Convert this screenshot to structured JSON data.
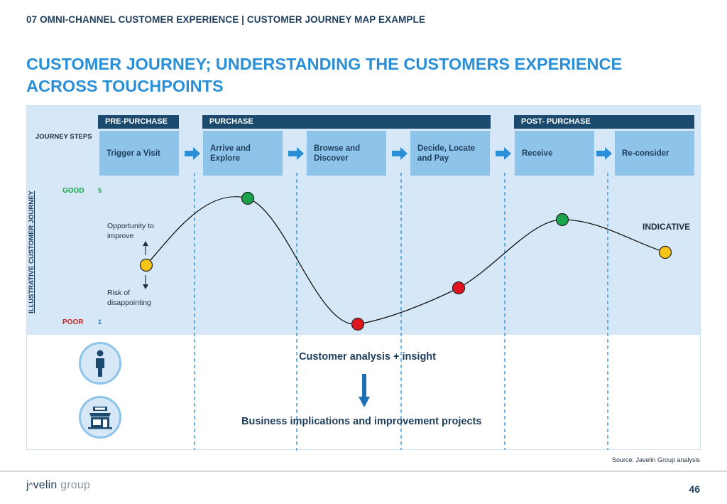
{
  "header": "07  OMNI-CHANNEL CUSTOMER EXPERIENCE  |  CUSTOMER JOURNEY MAP EXAMPLE",
  "title": "CUSTOMER JOURNEY; UNDERSTANDING THE CUSTOMERS EXPERIENCE ACROSS TOUCHPOINTS",
  "phases": [
    {
      "label": "PRE-PURCHASE"
    },
    {
      "label": "PURCHASE"
    },
    {
      "label": "POST- PURCHASE"
    }
  ],
  "journey_steps_label": "JOURNEY STEPS",
  "steps": [
    {
      "label": "Trigger a Visit"
    },
    {
      "label": "Arrive and Explore"
    },
    {
      "label": "Browse and Discover"
    },
    {
      "label": "Decide, Locate and Pay"
    },
    {
      "label": "Receive"
    },
    {
      "label": "Re-consider"
    }
  ],
  "axis": {
    "vertical_label": "ILLUSTRATIVE CUSTOMER JOURNEY",
    "good_label": "GOOD",
    "good_value": "5",
    "poor_label": "POOR",
    "poor_value": "1"
  },
  "notes": {
    "opportunity": "Opportunity to improve",
    "risk": "Risk of disappointing",
    "indicative": "INDICATIVE"
  },
  "journey_points": [
    {
      "step": "Trigger a Visit",
      "rating": "neutral",
      "color": "#f5c518"
    },
    {
      "step": "Arrive and Explore",
      "rating": "good",
      "color": "#1aa34a"
    },
    {
      "step": "Browse and Discover",
      "rating": "poor",
      "color": "#e0161e"
    },
    {
      "step": "Decide, Locate and Pay",
      "rating": "poor",
      "color": "#e0161e"
    },
    {
      "step": "Receive",
      "rating": "good",
      "color": "#1aa34a"
    },
    {
      "step": "Re-consider",
      "rating": "neutral",
      "color": "#f5c518"
    }
  ],
  "bottom": {
    "insight": "Customer analysis + insight",
    "implications": "Business implications and improvement projects",
    "icons": [
      "person-icon",
      "shop-icon"
    ]
  },
  "source": "Source: Javelin Group analysis",
  "logo": {
    "part1": "j",
    "part2": "velin",
    "part3": "group"
  },
  "page_number": "46",
  "colors": {
    "accent": "#2a8fd6",
    "navy": "#1c4a6e",
    "step_blue": "#8ec3ea",
    "panel_blue": "#d6e8f7"
  }
}
